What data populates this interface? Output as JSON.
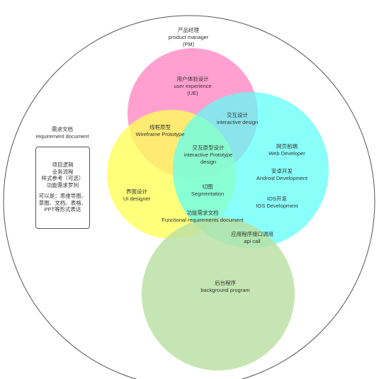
{
  "colors": {
    "outer_ring": "#555555",
    "pm_circle": "#ff8fc8",
    "ui_circle": "#ffff5a",
    "fe_circle": "#5cfff8",
    "be_circle": "#b8e0a2"
  },
  "pm": {
    "cn": "产品经理",
    "en": "product manager",
    "abbr": "(PM)"
  },
  "ue": {
    "cn": "用户体验设计",
    "en": "user experience",
    "abbr": "(UE)"
  },
  "wireframe": {
    "cn": "线框原型",
    "en": "Wireframe Prototype"
  },
  "interaction": {
    "cn": "交互设计",
    "en": "interactive design"
  },
  "prototype": {
    "cn": "交互原型设计",
    "en1": "interactive Prototype",
    "en2": "design"
  },
  "web": {
    "cn": "网页前端",
    "en": "Web Developer"
  },
  "android": {
    "cn": "安卓开发",
    "en": "Android Development"
  },
  "ios": {
    "cn": "IOS开发",
    "en": "IOS Development"
  },
  "ui": {
    "cn": "界面设计",
    "en": "UI designer"
  },
  "cut": {
    "cn": "切图",
    "en": "Segmentation"
  },
  "frd": {
    "cn": "功能需求文档",
    "en": "Functional requirements document"
  },
  "api": {
    "cn": "应用程序接口调用",
    "en": "api call"
  },
  "backend": {
    "cn": "后台程序",
    "en": "background program"
  },
  "requirement": {
    "cn": "需求文档",
    "en": "requirement document",
    "box_lines": [
      "项目逻辑",
      "业务流程",
      "样式参考（可选）",
      "功能需求罗列"
    ],
    "box_note": [
      "可以是：思维导图、",
      "草图、文档、表格、",
      "PPT等形式表达"
    ]
  }
}
